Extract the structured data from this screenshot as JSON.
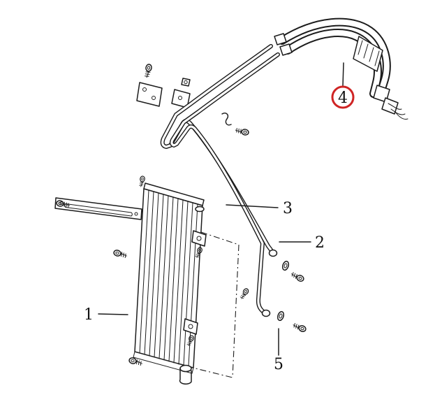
{
  "figure": {
    "background_color": "#ffffff",
    "line_color": "#1c1c1c",
    "highlight_color": "#cf2424"
  },
  "callouts": [
    {
      "label": "1",
      "part": "oil-cooler-core",
      "highlighted": false
    },
    {
      "label": "2",
      "part": "oil-tube-lower",
      "highlighted": false
    },
    {
      "label": "3",
      "part": "oil-tube-upper",
      "highlighted": false
    },
    {
      "label": "4",
      "part": "oil-hose-assembly",
      "highlighted": true
    },
    {
      "label": "5",
      "part": "washer-and-bolt",
      "highlighted": false
    }
  ]
}
